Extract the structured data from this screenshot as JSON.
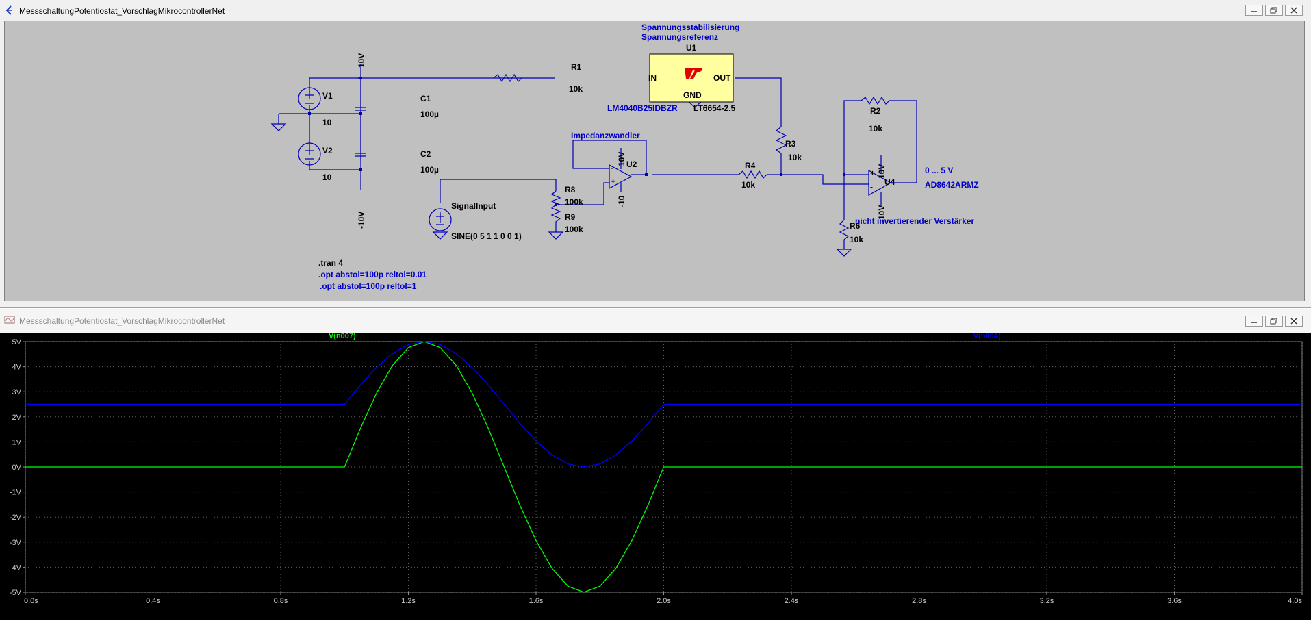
{
  "schematic_window": {
    "title": "MessschaltungPotentiostat_VorschlagMikrocontrollerNet",
    "labels": {
      "net_10v_top": "10V",
      "net_neg10v": "-10V",
      "v1_name": "V1",
      "v1_value": "10",
      "v2_name": "V2",
      "v2_value": "10",
      "c1_name": "C1",
      "c1_value": "100µ",
      "c2_name": "C2",
      "c2_value": "100µ",
      "r1_name": "R1",
      "r1_value": "10k",
      "u1_comment1": "Spannungsstabilisierung",
      "u1_comment2": "Spannungsreferenz",
      "u1_name": "U1",
      "u1_in": "IN",
      "u1_out": "OUT",
      "u1_gnd": "GND",
      "u1_part": "LT6654-2.5",
      "u1_alt_part": "LM4040B25IDBZR",
      "r3_name": "R3",
      "r3_value": "10k",
      "r4_name": "R4",
      "r4_value": "10k",
      "r2_name": "R2",
      "r2_value": "10k",
      "r6_name": "R6",
      "r6_value": "10k",
      "r8_name": "R8",
      "r8_value": "100k",
      "r9_name": "R9",
      "r9_value": "100k",
      "u2_comment": "Impedanzwandler",
      "u2_name": "U2",
      "u2_vpos": "10V",
      "u2_vneg": "-10",
      "u4_name": "U4",
      "u4_vpos": "10V",
      "u4_vneg": "-10V",
      "u4_part": "AD8642ARMZ",
      "range_comment": "0 ... 5 V",
      "amp_comment": "nicht invertierender Verstärker",
      "signal_name": "SignalInput",
      "signal_value": "SINE(0 5 1 1 0 0 1)",
      "directive_tran": ".tran 4",
      "directive_opt1": ".opt abstol=100p reltol=0.01",
      "directive_opt2": ".opt abstol=100p reltol=1"
    }
  },
  "waveform_window": {
    "title": "MessschaltungPotentiostat_VorschlagMikrocontrollerNet"
  },
  "colors": {
    "schematic_bg": "#c0c0c0",
    "wire": "#0000b4",
    "label_blue": "#0000c8",
    "plot_bg": "#000000",
    "trace_green": "#00ff00",
    "trace_blue": "#0000ff",
    "grid": "#606060"
  },
  "chart_data": {
    "type": "line",
    "title": "",
    "xlabel": "",
    "ylabel": "",
    "xlim": [
      0,
      4
    ],
    "ylim": [
      -5,
      5
    ],
    "x_ticks": [
      "0.0s",
      "0.4s",
      "0.8s",
      "1.2s",
      "1.6s",
      "2.0s",
      "2.4s",
      "2.8s",
      "3.2s",
      "3.6s",
      "4.0s"
    ],
    "y_ticks": [
      "5V",
      "4V",
      "3V",
      "2V",
      "1V",
      "0V",
      "-1V",
      "-2V",
      "-3V",
      "-4V",
      "-5V"
    ],
    "grid": true,
    "series": [
      {
        "name": "V(n007)",
        "color": "#00ff00",
        "x": [
          0,
          1.0,
          1.05,
          1.1,
          1.15,
          1.2,
          1.25,
          1.3,
          1.35,
          1.4,
          1.45,
          1.5,
          1.55,
          1.6,
          1.65,
          1.7,
          1.75,
          1.8,
          1.85,
          1.9,
          1.95,
          2.0,
          4.0
        ],
        "y": [
          0,
          0,
          1.55,
          2.94,
          4.05,
          4.76,
          5.0,
          4.76,
          4.05,
          2.94,
          1.55,
          0,
          -1.55,
          -2.94,
          -4.05,
          -4.76,
          -5.0,
          -4.76,
          -4.05,
          -2.94,
          -1.55,
          0,
          0
        ]
      },
      {
        "name": "V(n004)",
        "color": "#0000ff",
        "x": [
          0,
          1.0,
          1.05,
          1.1,
          1.15,
          1.2,
          1.25,
          1.3,
          1.35,
          1.4,
          1.45,
          1.5,
          1.55,
          1.6,
          1.65,
          1.7,
          1.75,
          1.8,
          1.85,
          1.9,
          1.95,
          2.0,
          4.0
        ],
        "y": [
          2.5,
          2.5,
          3.27,
          3.97,
          4.52,
          4.88,
          5.0,
          4.88,
          4.52,
          3.97,
          3.27,
          2.5,
          1.73,
          1.03,
          0.48,
          0.12,
          0.0,
          0.12,
          0.48,
          1.03,
          1.73,
          2.5,
          2.5
        ]
      }
    ]
  }
}
